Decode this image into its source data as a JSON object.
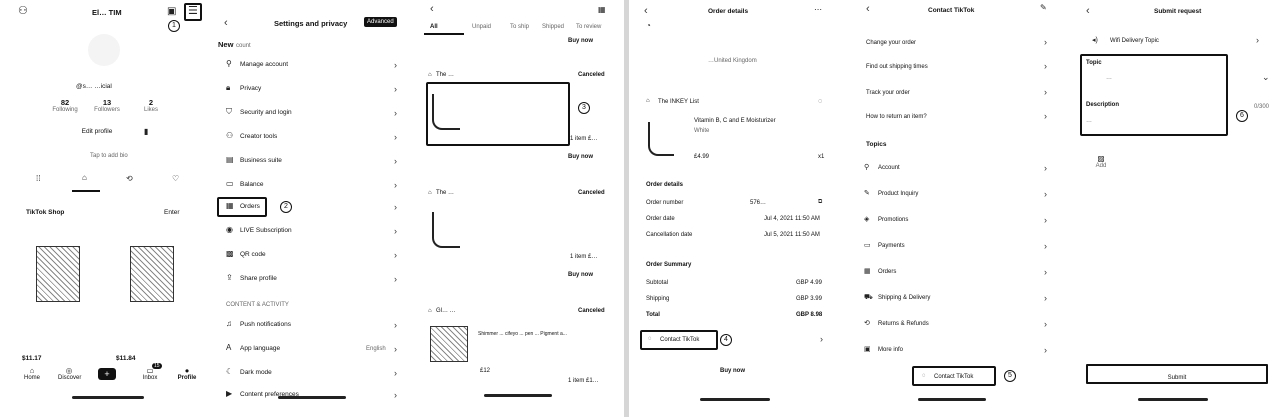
{
  "p1": {
    "username": "El… TIM",
    "handle": "@s… …icial",
    "stats": [
      {
        "value": "82",
        "label": "Following"
      },
      {
        "value": "13",
        "label": "Followers"
      },
      {
        "value": "2",
        "label": "Likes"
      }
    ],
    "edit_profile": "Edit profile",
    "bio": "Tap to add bio",
    "shop_label": "TikTok Shop",
    "shop_action": "Enter",
    "price_left": "$11.17",
    "price_right": "$11.84",
    "nav": [
      "Home",
      "Discover",
      "",
      "Inbox",
      "Profile"
    ],
    "inbox_badge": "15",
    "step": "1"
  },
  "p2": {
    "title": "Settings and privacy",
    "badge": "Advanced",
    "section_new": "New",
    "section_new_suffix": "count",
    "items": [
      {
        "label": "Manage account",
        "icon": "person-icon"
      },
      {
        "label": "Privacy",
        "icon": "lock-icon"
      },
      {
        "label": "Security and login",
        "icon": "shield-icon"
      },
      {
        "label": "Creator tools",
        "icon": "person-plus-icon"
      },
      {
        "label": "Business suite",
        "icon": "briefcase-icon"
      },
      {
        "label": "Balance",
        "icon": "wallet-icon"
      },
      {
        "label": "Orders",
        "icon": "orders-icon"
      },
      {
        "label": "LIVE Subscription",
        "icon": "live-icon"
      },
      {
        "label": "QR code",
        "icon": "qr-icon"
      },
      {
        "label": "Share profile",
        "icon": "share-icon"
      }
    ],
    "section_content": "CONTENT & ACTIVITY",
    "items2": [
      {
        "label": "Push notifications",
        "value": "",
        "icon": "bell-icon"
      },
      {
        "label": "App language",
        "value": "English",
        "icon": "language-icon"
      },
      {
        "label": "Dark mode",
        "value": "",
        "icon": "moon-icon"
      },
      {
        "label": "Content preferences",
        "value": "",
        "icon": "video-icon"
      }
    ],
    "step": "2"
  },
  "p3": {
    "tabs": [
      "All",
      "Unpaid",
      "To ship",
      "Shipped",
      "To review"
    ],
    "buy_now": "Buy now",
    "orders": [
      {
        "shop": "The …",
        "status": "Canceled",
        "items": "1 item £…",
        "action": "Buy now"
      },
      {
        "shop": "The …",
        "status": "Canceled",
        "items": "1 item £…",
        "action": "Buy now"
      },
      {
        "shop": "Gl… …",
        "status": "Canceled",
        "items": "1 item £1…",
        "action": "",
        "product": "Shimmer ... cifeyo ... pen ... Pigment a...",
        "price": "£12"
      }
    ],
    "step": "3"
  },
  "p4": {
    "title": "Order details",
    "address_line": "…United Kingdom",
    "shop": "The INKEY List",
    "product": "Vitamin B, C and E Moisturizer",
    "variant": "White",
    "price": "£4.99",
    "qty": "x1",
    "details_heading": "Order details",
    "details": [
      {
        "label": "Order number",
        "value": "576…"
      },
      {
        "label": "Order date",
        "value": "Jul 4, 2021 11:50 AM"
      },
      {
        "label": "Cancellation date",
        "value": "Jul 5, 2021 11:50 AM"
      }
    ],
    "summary_heading": "Order Summary",
    "summary": [
      {
        "label": "Subtotal",
        "value": "GBP 4.99"
      },
      {
        "label": "Shipping",
        "value": "GBP 3.99"
      },
      {
        "label": "Total",
        "value": "GBP 8.98"
      }
    ],
    "contact": "Contact TikTok",
    "buy_now": "Buy now",
    "step": "4"
  },
  "p5": {
    "title": "Contact TikTok",
    "faq": [
      "Change your order",
      "Find out shipping times",
      "Track your order",
      "How to return an item?"
    ],
    "topics_heading": "Topics",
    "topics": [
      {
        "label": "Account",
        "icon": "account-icon"
      },
      {
        "label": "Product Inquiry",
        "icon": "inquiry-icon"
      },
      {
        "label": "Promotions",
        "icon": "promo-icon"
      },
      {
        "label": "Payments",
        "icon": "payment-icon"
      },
      {
        "label": "Orders",
        "icon": "orders-icon"
      },
      {
        "label": "Shipping & Delivery",
        "icon": "truck-icon"
      },
      {
        "label": "Returns & Refunds",
        "icon": "return-icon"
      },
      {
        "label": "More info",
        "icon": "info-icon"
      }
    ],
    "contact_button": "Contact TikTok",
    "step": "5"
  },
  "p6": {
    "title": "Submit request",
    "category": "Wifi Delivery Topic",
    "topic_label": "Topic",
    "topic_value": "…",
    "description_label": "Description",
    "description_value": "…",
    "char_count": "0/300",
    "upload_label": "Add",
    "submit": "Submit",
    "step": "6"
  }
}
